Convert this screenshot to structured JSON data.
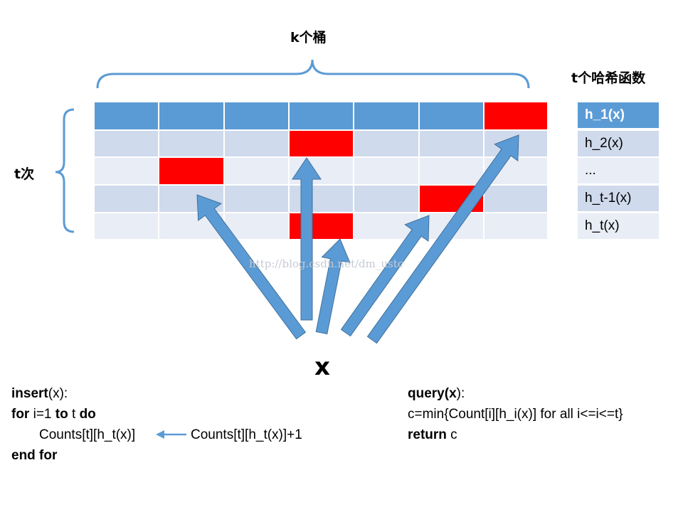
{
  "labels": {
    "k_buckets": "k个桶",
    "t_hash_functions": "t个哈希函数",
    "t_times": "t次",
    "x": "x",
    "watermark": "http://blog.csdn.net/dm_ustc"
  },
  "hash_functions": [
    "h_1(x)",
    "h_2(x)",
    "...",
    "h_t-1(x)",
    "h_t(x)"
  ],
  "grid": {
    "columns": 7,
    "rows": 5,
    "highlighted_cells": [
      {
        "row": 0,
        "col": 6
      },
      {
        "row": 1,
        "col": 3
      },
      {
        "row": 2,
        "col": 1
      },
      {
        "row": 3,
        "col": 5
      },
      {
        "row": 4,
        "col": 3
      }
    ]
  },
  "insert_code": {
    "func_name": "insert",
    "func_args": "(x):",
    "kw_for": "for",
    "loop_range_start": " i=1 ",
    "kw_to": "to",
    "loop_range_end": " t ",
    "kw_do": "do",
    "target": "Counts[t][h_t(x)]",
    "source": "Counts[t][h_t(x)]+1",
    "end_for": "end for"
  },
  "query_code": {
    "func_name": "query(",
    "func_arg": "x",
    "func_close": "):",
    "line2": "c=min{Count[i][h_i(x)] for all i<=i<=t}",
    "kw_return": "return",
    "return_val": " c"
  },
  "colors": {
    "header": "#5b9bd5",
    "row_dark": "#cfdaec",
    "row_light": "#e8edf6",
    "highlight": "#ff0000",
    "arrow_fill": "#5b9bd5",
    "arrow_stroke": "#41719c"
  }
}
